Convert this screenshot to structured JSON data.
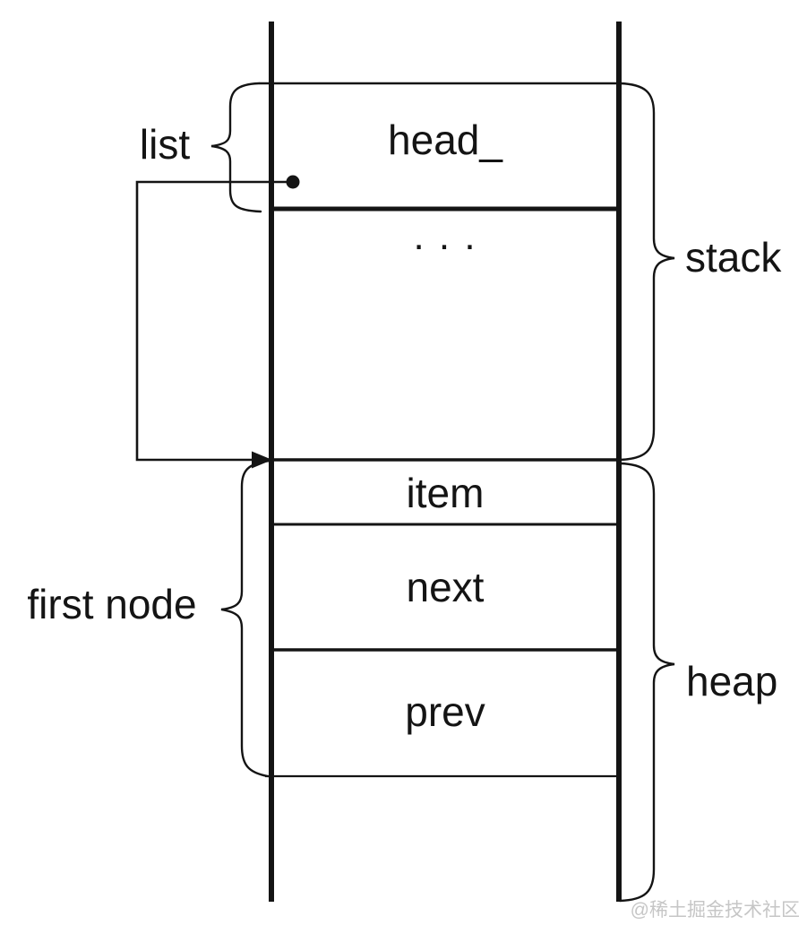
{
  "diagram": {
    "type": "memory-layout",
    "background": "#ffffff",
    "line_color": "#141414",
    "cells": {
      "head": "head_",
      "ellipsis": ". . .",
      "item": "item",
      "next": "next",
      "prev": "prev"
    },
    "labels": {
      "list": "list",
      "first_node": "first node",
      "stack": "stack",
      "heap": "heap"
    },
    "regions": [
      {
        "label": "stack",
        "cells": [
          "head_",
          ". . ."
        ]
      },
      {
        "label": "heap",
        "cells": [
          "item",
          "next",
          "prev"
        ]
      }
    ],
    "pointer": {
      "from": "head_",
      "to": "first node"
    },
    "watermark": "@稀土掘金技术社区"
  }
}
